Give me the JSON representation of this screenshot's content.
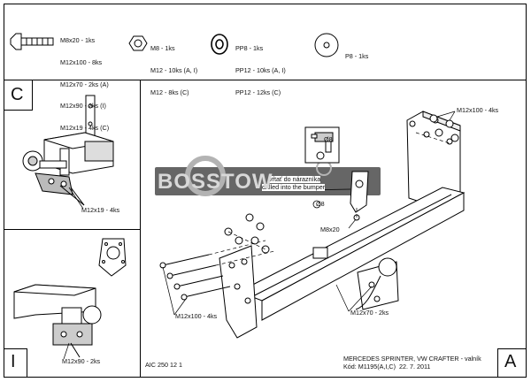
{
  "parts": [
    {
      "icon": "bolt-icon",
      "lines": [
        "M8x20 - 1ks",
        "M12x100 - 8ks",
        "M12x70 - 2ks (A)",
        "M12x90 - 2ks (I)",
        "M12x19 - 4ks (C)"
      ]
    },
    {
      "icon": "nut-icon",
      "lines": [
        "M8 - 1ks",
        "M12 - 10ks (A, I)",
        "M12 - 8ks (C)"
      ]
    },
    {
      "icon": "lock-washer-icon",
      "lines": [
        "PP8 - 1ks",
        "PP12 - 10ks (A, I)",
        "PP12 - 12ks (C)"
      ]
    },
    {
      "icon": "flat-washer-icon",
      "lines": [
        "P8 - 1ks"
      ]
    }
  ],
  "panels": {
    "c": "C",
    "i": "I",
    "a": "A"
  },
  "callouts": {
    "c_bolts": "M12x19 - 4ks",
    "i_bolts": "M12x90 - 2ks",
    "a_top": "M12x100 - 4ks",
    "a_left": "M12x100 - 4ks",
    "a_ball": "M12x70 - 2ks",
    "a_small": "M8x20",
    "drill_cz": "vŕtať do nárazníka",
    "drill_en": "drilled into the bumper",
    "drill_d": "Ø8",
    "drill_d2": "Ø8"
  },
  "watermark": "BOSSTOW",
  "footer": {
    "code": "AIC 250 12 1",
    "model": "MERCEDES SPRINTER, VW CRAFTER - valník",
    "kod": "Kód: M1195(A,I,C)  22. 7. 2011"
  }
}
